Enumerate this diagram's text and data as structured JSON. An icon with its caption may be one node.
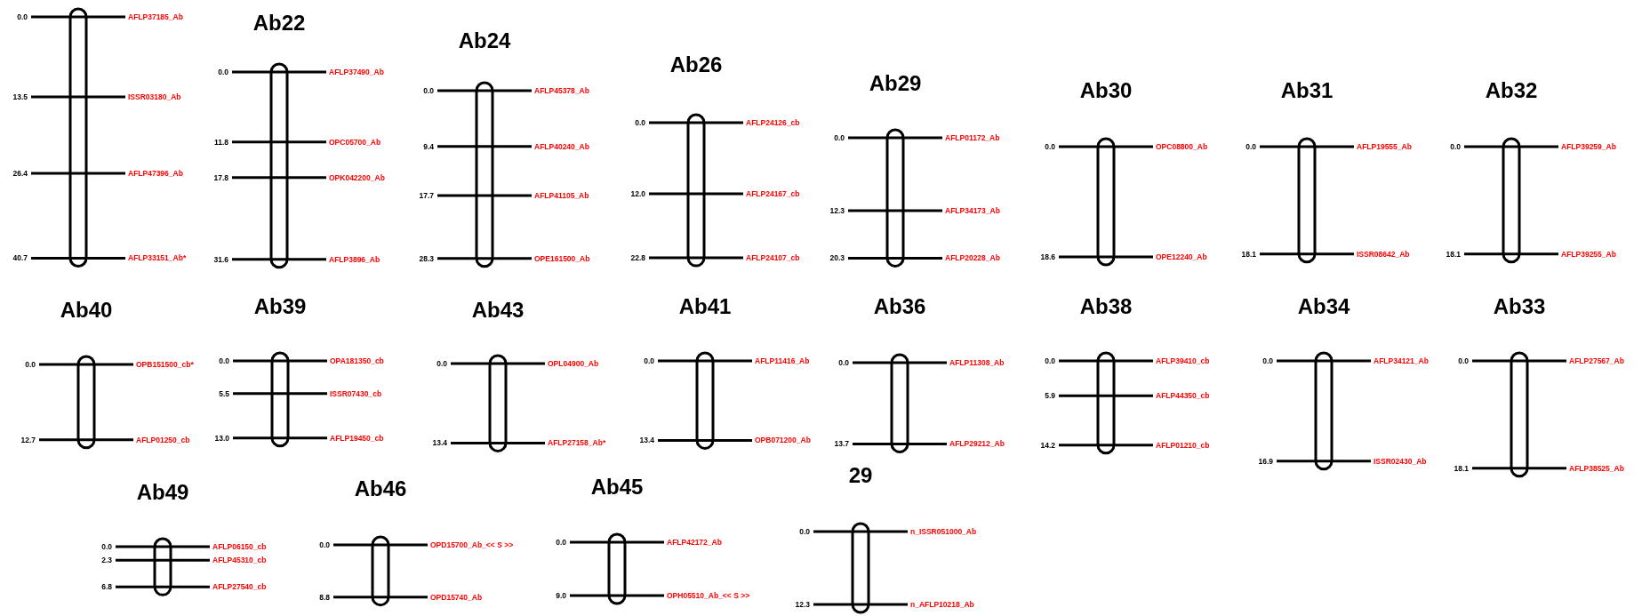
{
  "diagram": {
    "nodes": [
      {
        "text": [],
        "shape": "bar",
        "beside": [
          "0.0",
          "AFLP37185_Ab",
          "13.5",
          "ISSR03180_Ab",
          "26.4",
          "AFLP47396_Ab",
          "40.7",
          "AFLP33151_Ab*"
        ]
      },
      {
        "text": [
          "Ab22"
        ],
        "beside": [
          "0.0",
          "AFLP37490_Ab",
          "11.8",
          "OPC05700_Ab",
          "17.8",
          "OPK042200_Ab",
          "31.6",
          "AFLP3896_Ab"
        ]
      },
      {
        "text": [
          "Ab24"
        ],
        "beside": [
          "0.0",
          "AFLP45378_Ab",
          "9.4",
          "AFLP40240_Ab",
          "17.7",
          "AFLP41105_Ab",
          "28.3",
          "OPE161500_Ab"
        ]
      },
      {
        "text": [
          "Ab26"
        ],
        "beside": [
          "0.0",
          "AFLP24126_cb",
          "12.0",
          "AFLP24167_cb",
          "22.8",
          "AFLP24107_cb"
        ]
      },
      {
        "text": [
          "Ab29"
        ],
        "beside": [
          "0.0",
          "AFLP01172_Ab",
          "12.3",
          "AFLP34173_Ab",
          "20.3",
          "AFLP20228_Ab"
        ]
      },
      {
        "text": [
          "Ab30"
        ],
        "beside": [
          "0.0",
          "OPC08800_Ab",
          "18.6",
          "OPE12240_Ab"
        ]
      },
      {
        "text": [
          "Ab31"
        ],
        "beside": [
          "0.0",
          "AFLP19555_Ab",
          "18.1",
          "ISSR08642_Ab"
        ]
      },
      {
        "text": [
          "Ab32"
        ],
        "beside": [
          "0.0",
          "AFLP39259_Ab",
          "18.1",
          "AFLP39255_Ab"
        ]
      },
      {
        "text": [
          "Ab40"
        ],
        "beside": [
          "0.0",
          "OPB151500_cb*",
          "12.7",
          "AFLP01250_cb"
        ]
      },
      {
        "text": [
          "Ab39"
        ],
        "beside": [
          "0.0",
          "OPA181350_cb",
          "5.5",
          "ISSR07430_cb",
          "13.0",
          "AFLP19450_cb"
        ]
      },
      {
        "text": [
          "Ab43"
        ],
        "beside": [
          "0.0",
          "OPL04900_Ab",
          "13.4",
          "AFLP27158_Ab*"
        ]
      },
      {
        "text": [
          "Ab41"
        ],
        "beside": [
          "0.0",
          "AFLP11416_Ab",
          "13.4",
          "OPB071200_Ab"
        ]
      },
      {
        "text": [
          "Ab36"
        ],
        "beside": [
          "0.0",
          "AFLP11308_Ab",
          "13.7",
          "AFLP29212_Ab"
        ]
      },
      {
        "text": [
          "Ab38"
        ],
        "beside": [
          "0.0",
          "AFLP39410_cb",
          "5.9",
          "AFLP44350_cb",
          "14.2",
          "AFLP01210_cb"
        ]
      },
      {
        "text": [
          "Ab34"
        ],
        "beside": [
          "0.0",
          "AFLP34121_Ab",
          "16.9",
          "ISSR02430_Ab"
        ]
      },
      {
        "text": [
          "Ab33"
        ],
        "beside": [
          "0.0",
          "AFLP27567_Ab",
          "18.1",
          "AFLP38525_Ab"
        ]
      },
      {
        "text": [
          "Ab49"
        ],
        "beside": [
          "0.0",
          "AFLP06150_cb",
          "2.3",
          "AFLP45310_cb",
          "6.8",
          "AFLP27540_cb"
        ]
      },
      {
        "text": [
          "Ab46"
        ],
        "beside": [
          "0.0",
          "OPD15700_Ab_<< S >>",
          "8.8",
          "OPD15740_Ab"
        ]
      },
      {
        "text": [
          "Ab45"
        ],
        "beside": [
          "0.0",
          "AFLP42172_Ab",
          "9.0",
          "OPH05510_Ab_<< S >>"
        ]
      },
      {
        "text": [
          "29"
        ],
        "beside": [
          "0.0",
          "n_ISSR051000_Ab",
          "12.3",
          "n_AFLP10218_Ab"
        ]
      }
    ]
  }
}
